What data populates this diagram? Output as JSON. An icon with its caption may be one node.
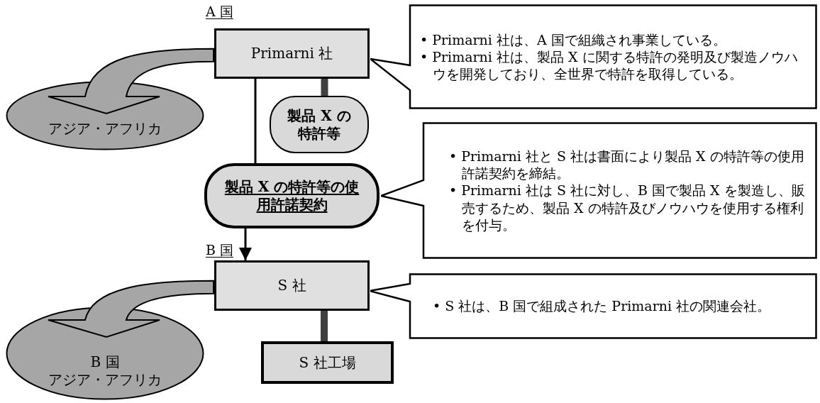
{
  "diagram": {
    "nodes": [
      {
        "text": [
          "Primarni 社"
        ]
      },
      {
        "text": [
          "• Primarni 社は、A 国で組織され事業している。",
          "• Primarni 社は、製品 X に関する特許の発明及び製造ノウハウを開発しており、全世界で特許を取得している。"
        ]
      },
      {
        "text": [
          "アジア・アフリカ"
        ]
      },
      {
        "text": [
          "製品 X の特許等"
        ]
      },
      {
        "text": [
          "製品 X の特許等の使用許諾契約"
        ]
      },
      {
        "text": [
          "• Primarni 社と S 社は書面により製品 X の特許等の使用許諾契約を締結。",
          "• Primarni 社は S 社に対し、B 国で製品 X を製造し、販売するため、製品 X の特許及びノウハウを使用する権利を付与。"
        ]
      },
      {
        "text": [
          "S 社"
        ]
      },
      {
        "text": [
          "• S 社は、B 国で組成された Primarni 社の関連会社。"
        ]
      },
      {
        "text": [
          "B 国",
          "アジア・アフリカ"
        ]
      },
      {
        "text": [
          "S 社工場"
        ]
      }
    ],
    "edges": [
      {
        "from": 0,
        "to": 2,
        "arrow": "to",
        "style": "thick",
        "color": "#a6a6a6"
      },
      {
        "from": 0,
        "to": 3,
        "arrow": "none",
        "style": "thick",
        "color": "#404040"
      },
      {
        "from": 0,
        "to": 4,
        "arrow": "none"
      },
      {
        "from": 4,
        "to": 6,
        "arrow": "to"
      },
      {
        "from": 6,
        "to": 8,
        "arrow": "to",
        "style": "thick",
        "color": "#a6a6a6"
      },
      {
        "from": 6,
        "to": 9,
        "arrow": "none",
        "style": "thick",
        "color": "#404040"
      }
    ],
    "labels": [
      "A 国",
      "B 国"
    ]
  }
}
